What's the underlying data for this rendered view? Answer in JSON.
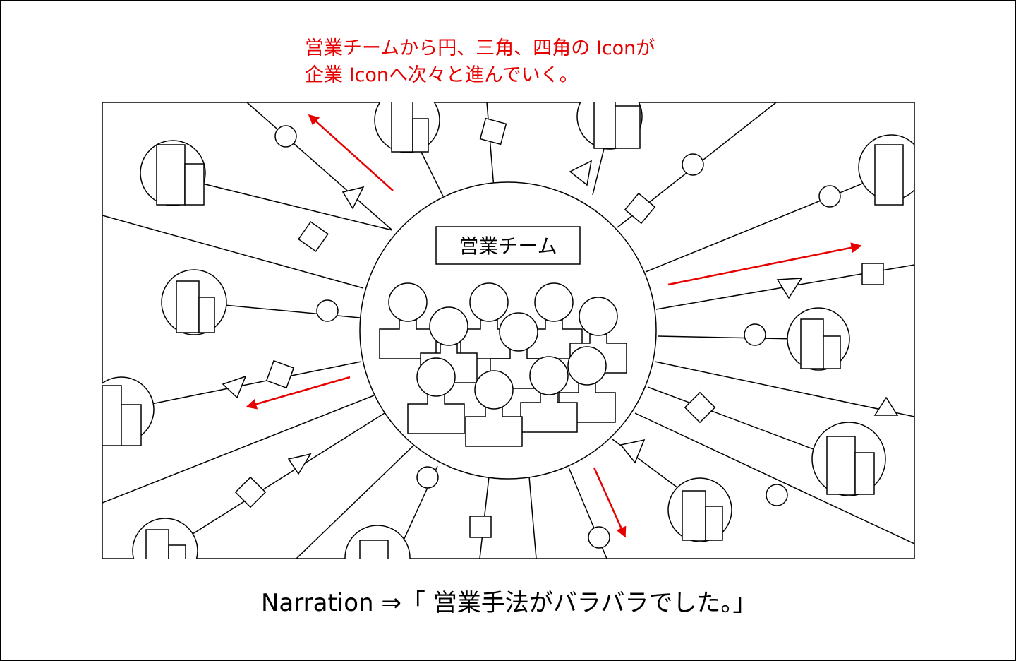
{
  "annotation": {
    "line1": "営業チームから円、三角、四角の Iconが",
    "line2": "企業 Iconへ次々と進んでいく。"
  },
  "team": {
    "label": "営業チーム"
  },
  "narration": {
    "text": "Narration ⇒「 営業手法がバラバラでした。」"
  },
  "colors": {
    "flow_arrow": "#e60000",
    "stroke": "#000000"
  },
  "icons": [
    "company-building-icon",
    "circle-token-icon",
    "triangle-token-icon",
    "square-token-icon",
    "person-icon",
    "flow-arrow-icon"
  ]
}
